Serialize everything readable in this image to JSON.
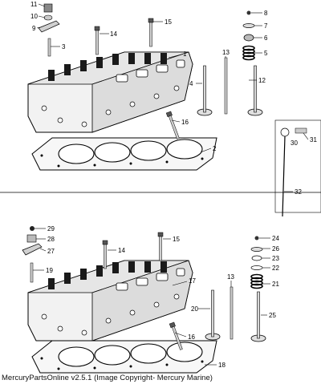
{
  "top_assembly": {
    "callouts": [
      "11",
      "10",
      "9",
      "3",
      "14",
      "15",
      "8",
      "7",
      "6",
      "5",
      "1",
      "13",
      "4",
      "12",
      "16",
      "2",
      "30",
      "31",
      "32"
    ]
  },
  "bottom_assembly": {
    "callouts": [
      "29",
      "28",
      "27",
      "19",
      "14",
      "15",
      "24",
      "26",
      "23",
      "22",
      "21",
      "17",
      "13",
      "20",
      "25",
      "16",
      "18"
    ]
  },
  "caption": "MercuryPartsOnline v2.5.1 (Image Copyright- Mercury Marine)"
}
